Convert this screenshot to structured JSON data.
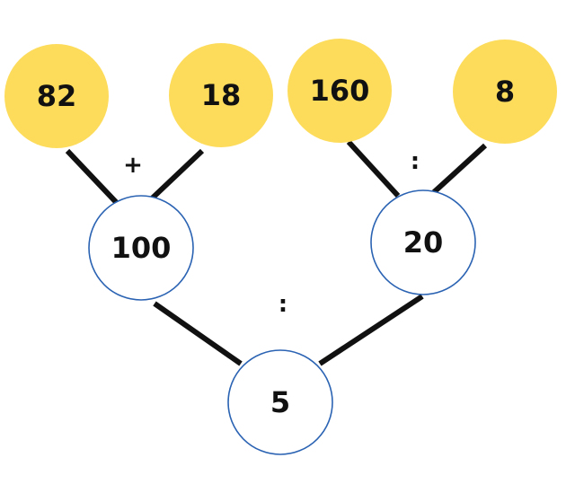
{
  "colors": {
    "leaf_fill": "#FDDC5C",
    "node_fill": "#FFFFFF",
    "node_stroke": "#2B63B3",
    "edge": "#111111",
    "text": "#111111"
  },
  "leaves": {
    "a": "82",
    "b": "18",
    "c": "160",
    "d": "8"
  },
  "nodes": {
    "left": "100",
    "right": "20",
    "root": "5"
  },
  "operators": {
    "left": "+",
    "right": ":",
    "root": ":"
  }
}
